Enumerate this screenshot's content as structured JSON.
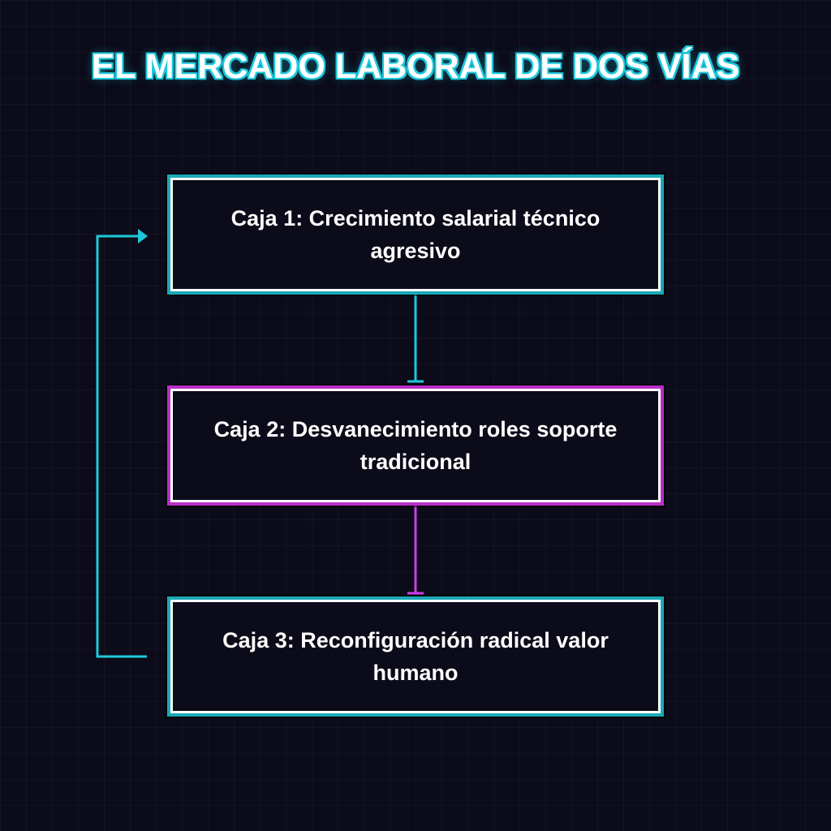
{
  "title": "EL MERCADO LABORAL DE DOS VÍAS",
  "boxes": [
    {
      "label": "Caja 1: Crecimiento salarial técnico agresivo",
      "accent": "#1ec8dc"
    },
    {
      "label": "Caja 2: Desvanecimiento roles soporte tradicional",
      "accent": "#d23ce6"
    },
    {
      "label": "Caja 3: Reconfiguración radical valor humano",
      "accent": "#1ec8dc"
    }
  ],
  "colors": {
    "background": "#0b0b19",
    "cyan": "#1ec8dc",
    "magenta": "#d23ce6",
    "box_border": "#ffffff"
  }
}
